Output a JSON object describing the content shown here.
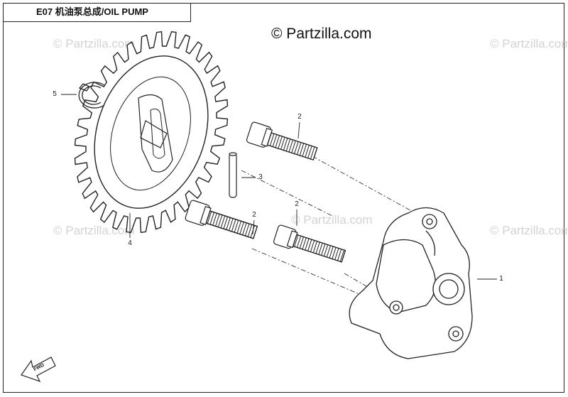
{
  "title": "E07 机油泵总成/OIL PUMP",
  "copyright": "© Partzilla.com",
  "watermark": "© Partzilla.com",
  "fwd_label": "FWD",
  "callouts": {
    "oil_pump": "1",
    "bolt_top": "2",
    "bolt_left": "2",
    "bolt_right": "2",
    "pin": "3",
    "gear": "4",
    "clip": "5"
  },
  "parts": [
    {
      "ref": "1",
      "name": "oil-pump-body"
    },
    {
      "ref": "2",
      "name": "bolt"
    },
    {
      "ref": "3",
      "name": "dowel-pin"
    },
    {
      "ref": "4",
      "name": "oil-pump-driven-gear"
    },
    {
      "ref": "5",
      "name": "circlip"
    }
  ]
}
